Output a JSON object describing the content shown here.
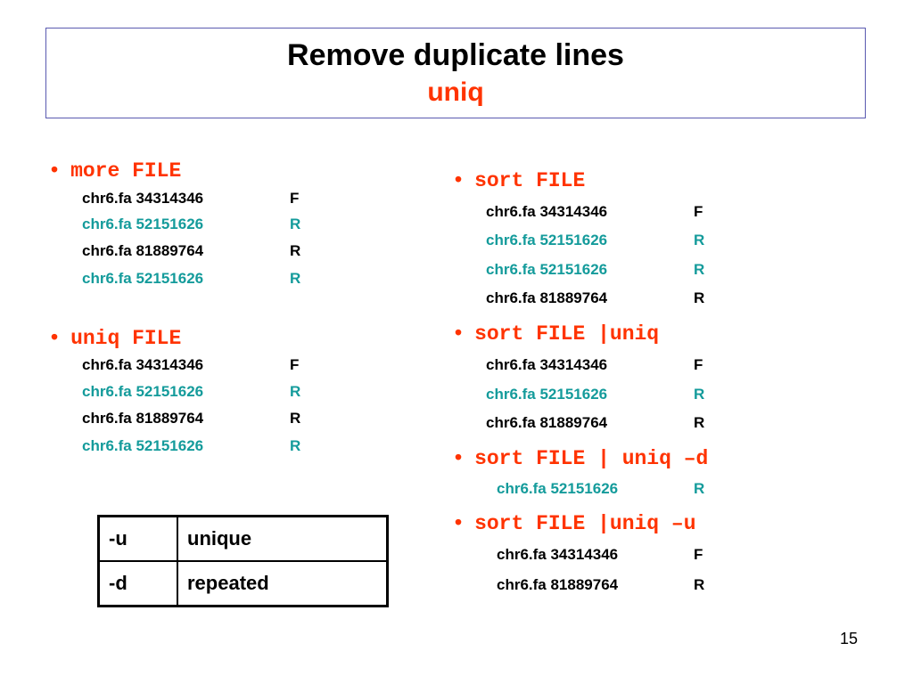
{
  "slide": {
    "title": "Remove duplicate lines",
    "subtitle": "uniq",
    "page_number": "15"
  },
  "left": {
    "more": {
      "command": "more FILE",
      "rows": [
        {
          "name": "chr6.fa 34314346",
          "strand": "F"
        },
        {
          "name": "chr6.fa 52151626",
          "strand": "R"
        },
        {
          "name": "chr6.fa 81889764",
          "strand": "R"
        },
        {
          "name": "chr6.fa 52151626",
          "strand": "R"
        }
      ]
    },
    "uniq": {
      "command": "uniq FILE",
      "rows": [
        {
          "name": "chr6.fa 34314346",
          "strand": "F"
        },
        {
          "name": "chr6.fa 52151626",
          "strand": "R"
        },
        {
          "name": "chr6.fa 81889764",
          "strand": "R"
        },
        {
          "name": "chr6.fa 52151626",
          "strand": "R"
        }
      ]
    }
  },
  "right": {
    "sort": {
      "command": "sort FILE",
      "rows": [
        {
          "name": "chr6.fa 34314346",
          "strand": "F"
        },
        {
          "name": "chr6.fa 52151626",
          "strand": "R"
        },
        {
          "name": "chr6.fa 52151626",
          "strand": "R"
        },
        {
          "name": "chr6.fa 81889764",
          "strand": "R"
        }
      ]
    },
    "sort_uniq": {
      "command": "sort FILE |uniq",
      "rows": [
        {
          "name": "chr6.fa 34314346",
          "strand": "F"
        },
        {
          "name": "chr6.fa 52151626",
          "strand": "R"
        },
        {
          "name": "chr6.fa 81889764",
          "strand": "R"
        }
      ]
    },
    "sort_uniq_d": {
      "command": "sort FILE | uniq –d",
      "rows": [
        {
          "name": "chr6.fa 52151626",
          "strand": "R"
        }
      ]
    },
    "sort_uniq_u": {
      "command": "sort FILE |uniq –u",
      "rows": [
        {
          "name": "chr6.fa 34314346",
          "strand": "F"
        },
        {
          "name": "chr6.fa 81889764",
          "strand": "R"
        }
      ]
    }
  },
  "options_table": [
    {
      "flag": "-u",
      "meaning": "unique"
    },
    {
      "flag": "-d",
      "meaning": "repeated"
    }
  ],
  "colors": {
    "command": "#ff3300",
    "duplicate_line": "#149b9b",
    "border": "#5a5ab0"
  }
}
